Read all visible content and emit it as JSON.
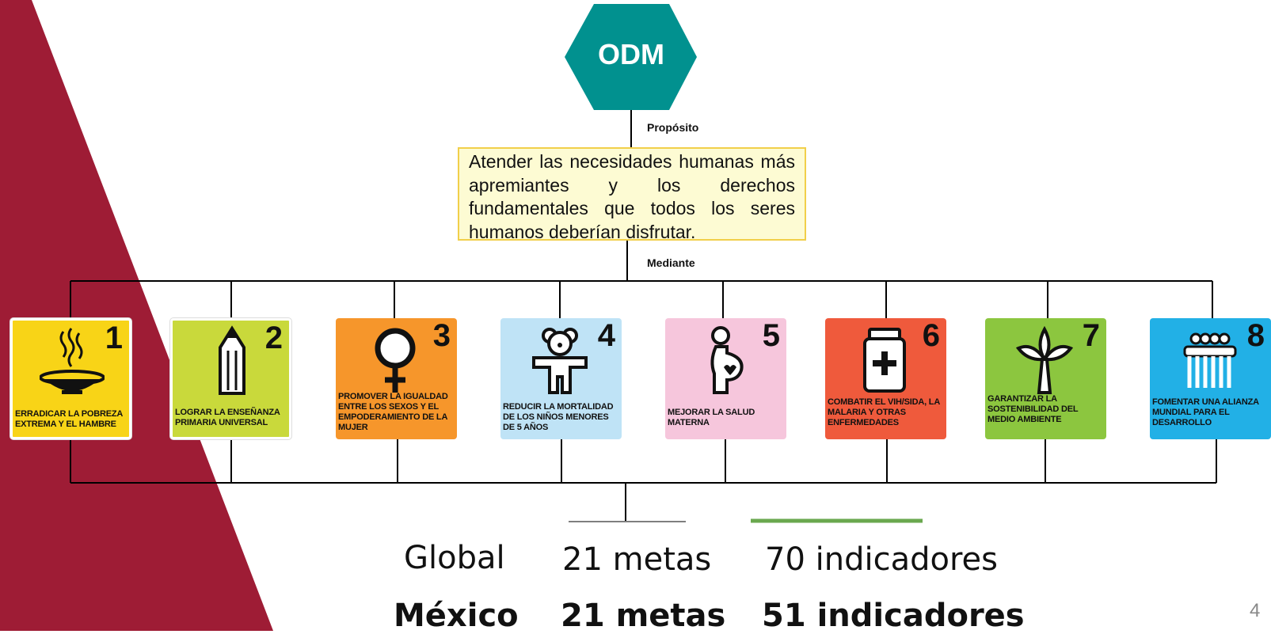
{
  "header": {
    "hex_label": "ODM"
  },
  "connector_labels": {
    "purpose": "Propósito",
    "means": "Mediante"
  },
  "purpose_text": "Atender las necesidades humanas más apremiantes y los derechos fundamentales que todos los seres humanos deberían disfrutar.",
  "goals": [
    {
      "number": "1",
      "text": "ERRADICAR LA POBREZA EXTREMA Y EL HAMBRE",
      "color": "#f8d417",
      "icon": "bowl-icon"
    },
    {
      "number": "2",
      "text": "LOGRAR LA ENSEÑANZA PRIMARIA UNIVERSAL",
      "color": "#c9d93b",
      "icon": "pencil-icon"
    },
    {
      "number": "3",
      "text": "PROMOVER LA IGUALDAD ENTRE LOS SEXOS Y EL EMPODERAMIENTO DE LA MUJER",
      "color": "#f6962b",
      "icon": "female-symbol-icon"
    },
    {
      "number": "4",
      "text": "REDUCIR LA MORTALIDAD DE LOS NIÑOS MENORES DE 5 AÑOS",
      "color": "#bfe3f6",
      "icon": "teddy-bear-icon"
    },
    {
      "number": "5",
      "text": "MEJORAR LA SALUD MATERNA",
      "color": "#f6c6dc",
      "icon": "pregnant-woman-icon"
    },
    {
      "number": "6",
      "text": "COMBATIR EL VIH/SIDA, LA MALARIA Y OTRAS ENFERMEDADES",
      "color": "#ef5a3c",
      "icon": "medicine-bottle-icon"
    },
    {
      "number": "7",
      "text": "GARANTIZAR LA SOSTENIBILIDAD DEL MEDIO AMBIENTE",
      "color": "#8cc63f",
      "icon": "tree-icon"
    },
    {
      "number": "8",
      "text": "FOMENTAR UNA ALIANZA MUNDIAL PARA EL DESARROLLO",
      "color": "#22b0e6",
      "icon": "people-group-icon"
    }
  ],
  "stats": {
    "global": {
      "label": "Global",
      "metas": "21 metas",
      "indicadores": "70 indicadores"
    },
    "mexico": {
      "label": "México",
      "metas": "21 metas",
      "indicadores": "51 indicadores"
    }
  },
  "page_number": "4",
  "colors": {
    "background_shape": "#9e1c35",
    "hexagon": "#01918f",
    "purpose_border": "#f1cf4a",
    "purpose_fill": "#fdfbd3",
    "accent_line": "#6aa84f"
  }
}
